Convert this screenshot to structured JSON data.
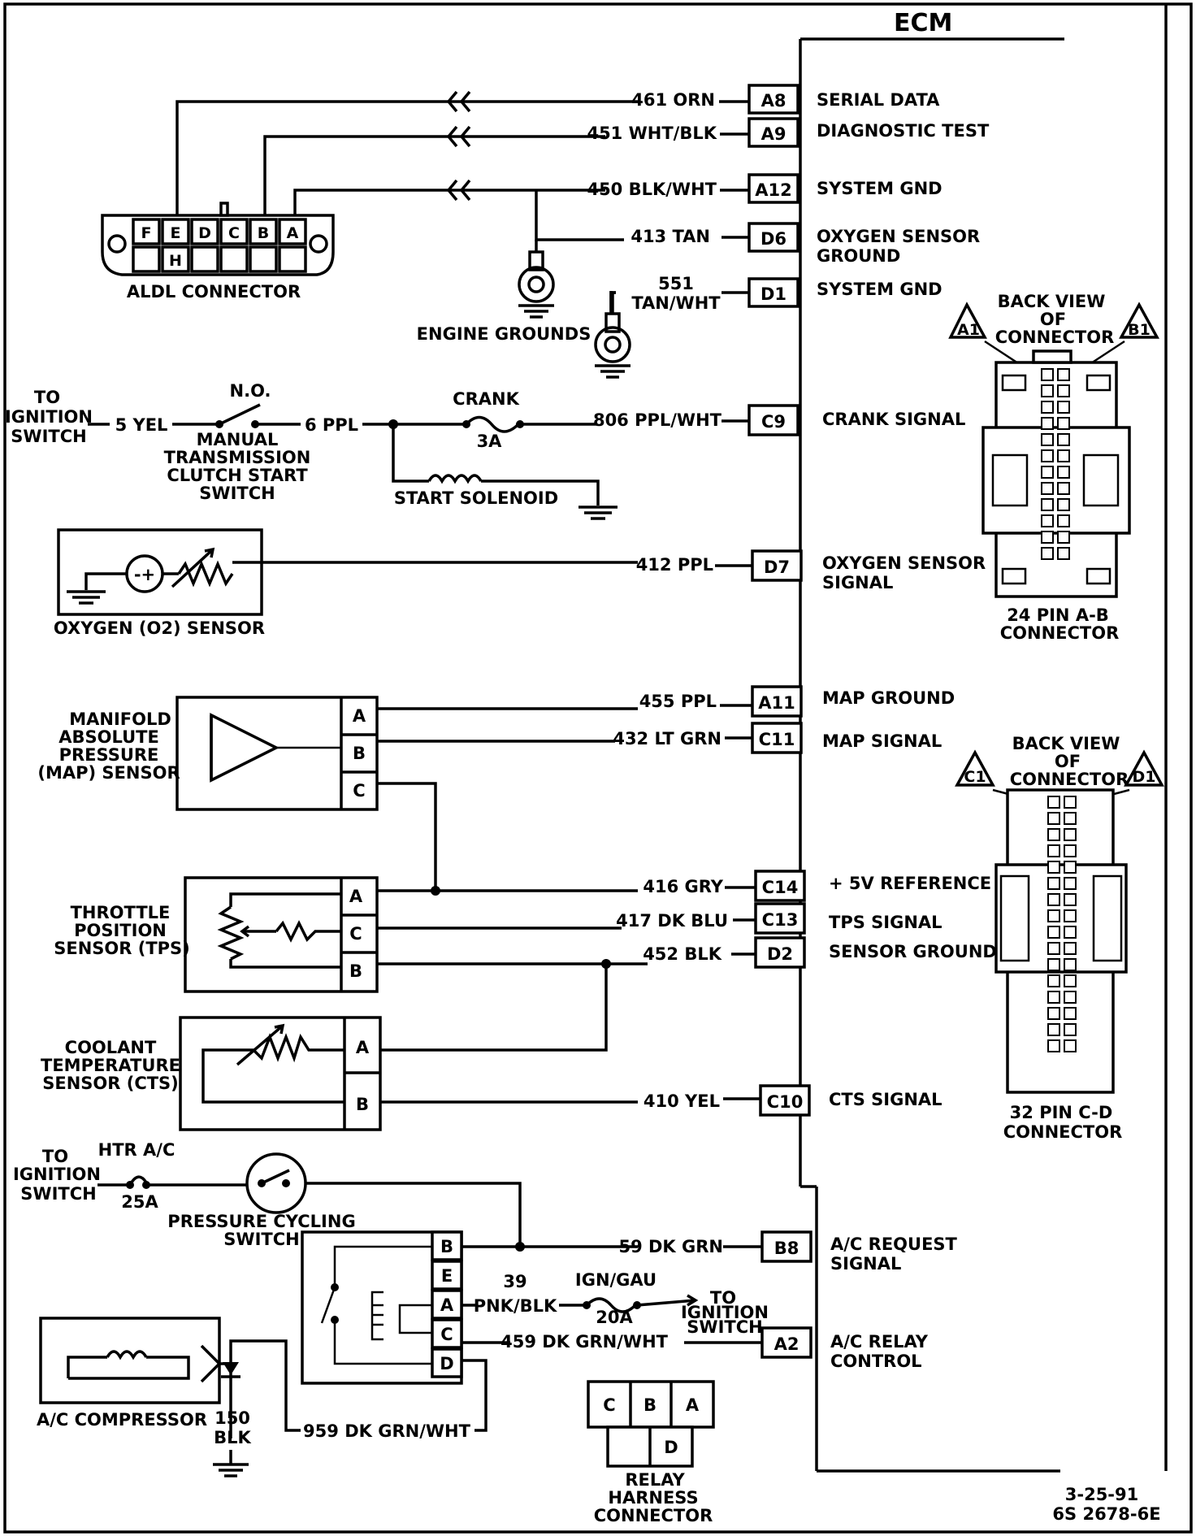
{
  "ecm": {
    "title": "ECM",
    "pins": [
      {
        "pin": "A8",
        "wire": "461 ORN",
        "signal": "SERIAL DATA"
      },
      {
        "pin": "A9",
        "wire": "451 WHT/BLK",
        "signal": "DIAGNOSTIC TEST"
      },
      {
        "pin": "A12",
        "wire": "450 BLK/WHT",
        "signal": "SYSTEM GND"
      },
      {
        "pin": "D6",
        "wire": "413 TAN",
        "signal": "OXYGEN SENSOR",
        "signal2": "GROUND"
      },
      {
        "pin": "D1",
        "wire": "551",
        "wire2": "TAN/WHT",
        "signal": "SYSTEM GND"
      },
      {
        "pin": "C9",
        "wire": "806  PPL/WHT",
        "signal": "CRANK SIGNAL"
      },
      {
        "pin": "D7",
        "wire": "412 PPL",
        "signal": "OXYGEN SENSOR",
        "signal2": "SIGNAL"
      },
      {
        "pin": "A11",
        "wire": "455 PPL",
        "signal": "MAP GROUND"
      },
      {
        "pin": "C11",
        "wire": "432 LT GRN",
        "signal": "MAP SIGNAL"
      },
      {
        "pin": "C14",
        "wire": "416 GRY",
        "signal": "+ 5V REFERENCE"
      },
      {
        "pin": "C13",
        "wire": "417 DK BLU",
        "signal": "TPS SIGNAL"
      },
      {
        "pin": "D2",
        "wire": "452 BLK",
        "signal": "SENSOR GROUND"
      },
      {
        "pin": "C10",
        "wire": "410  YEL",
        "signal": "CTS SIGNAL"
      },
      {
        "pin": "B8",
        "wire": "59 DK GRN",
        "signal": "A/C REQUEST",
        "signal2": "SIGNAL"
      },
      {
        "pin": "A2",
        "wire": "459 DK GRN/WHT",
        "signal": "A/C RELAY",
        "signal2": "CONTROL"
      }
    ]
  },
  "aldl": {
    "label": "ALDL  CONNECTOR",
    "cavities": [
      "F",
      "E",
      "D",
      "C",
      "B",
      "A"
    ],
    "bottom_cavity": "H"
  },
  "engine_grounds": "ENGINE GROUNDS",
  "crank_circuit": {
    "to_ignition": [
      "TO",
      "IGNITION",
      "SWITCH"
    ],
    "wire_in": "5 YEL",
    "switch_state": "N.O.",
    "switch_label": [
      "MANUAL",
      "TRANSMISSION",
      "CLUTCH START",
      "SWITCH"
    ],
    "wire_out": "6 PPL",
    "fuse_label": "CRANK",
    "fuse_rating": "3A",
    "solenoid": "START SOLENOID"
  },
  "o2_sensor": {
    "label": "OXYGEN (O2) SENSOR",
    "symbol": "-+"
  },
  "map_sensor": {
    "label": [
      "MANIFOLD",
      "ABSOLUTE",
      "PRESSURE",
      "(MAP) SENSOR"
    ],
    "pins": [
      "A",
      "B",
      "C"
    ]
  },
  "tps": {
    "label": [
      "THROTTLE",
      "POSITION",
      "SENSOR (TPS)"
    ],
    "pins": [
      "A",
      "C",
      "B"
    ]
  },
  "cts": {
    "label": [
      "COOLANT",
      "TEMPERATURE",
      "SENSOR (CTS)"
    ],
    "pins": [
      "A",
      "B"
    ]
  },
  "ac_circuit": {
    "to_ignition": [
      "TO",
      "IGNITION",
      "SWITCH"
    ],
    "fuse_name": "HTR A/C",
    "fuse_rating": "25A",
    "pressure_switch": [
      "PRESSURE CYCLING",
      "SWITCH"
    ],
    "relay_pins": [
      "B",
      "E",
      "A",
      "C",
      "D"
    ],
    "wire39": [
      "39",
      "PNK/BLK"
    ],
    "ign_fuse": "IGN/GAU",
    "ign_fuse_rating": "20A",
    "to_ign": [
      "TO",
      "IGNITION",
      "SWITCH"
    ],
    "compressor": "A/C COMPRESSOR",
    "ground_wire": [
      "150",
      "BLK"
    ],
    "wire959": "959 DK GRN/WHT",
    "relay_harness_pins": [
      "C",
      "B",
      "A",
      "D"
    ],
    "relay_harness_label": [
      "RELAY",
      "HARNESS",
      "CONNECTOR"
    ]
  },
  "connector_ab": {
    "back_view": [
      "BACK VIEW",
      "OF",
      "CONNECTOR"
    ],
    "left_tag": "A1",
    "right_tag": "B1",
    "label": [
      "24 PIN  A-B",
      "CONNECTOR"
    ]
  },
  "connector_cd": {
    "back_view": [
      "BACK VIEW",
      "OF",
      "CONNECTOR"
    ],
    "left_tag": "C1",
    "right_tag": "D1",
    "label": [
      "32  PIN C-D",
      "CONNECTOR"
    ]
  },
  "footer": {
    "date": "3-25-91",
    "code": "6S 2678-6E"
  }
}
